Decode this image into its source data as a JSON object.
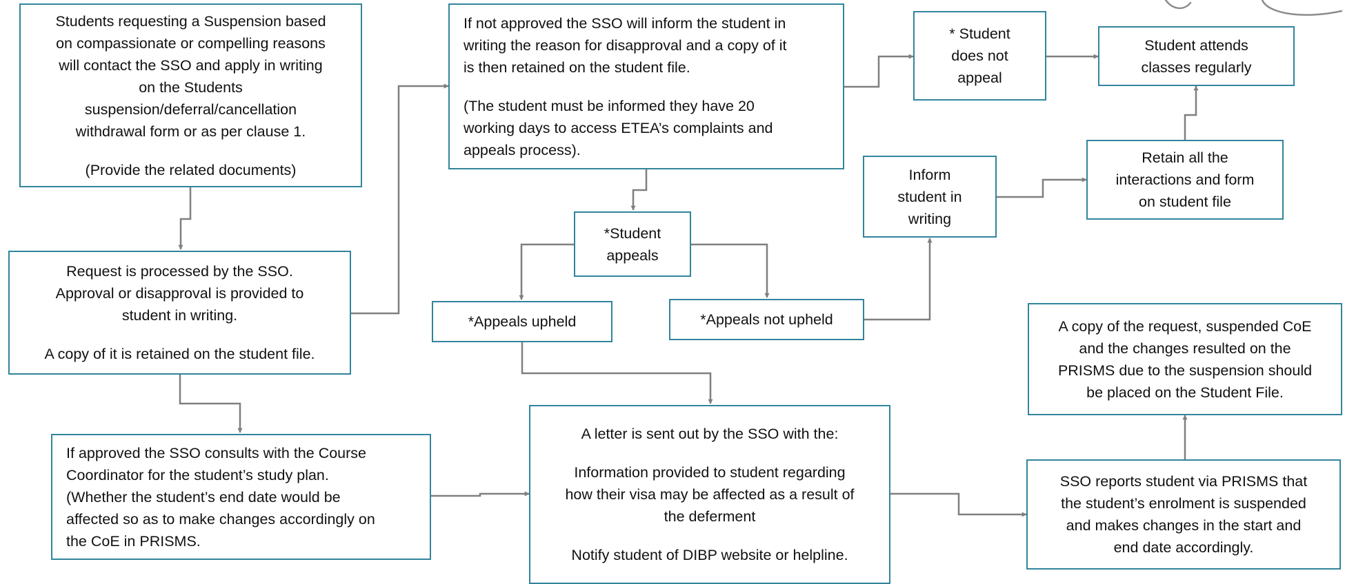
{
  "boxes": {
    "request_suspension": {
      "para1": "Students requesting a Suspension based\non compassionate or compelling reasons\nwill contact the SSO and apply in writing\non the Students\nsuspension/deferral/cancellation\nwithdrawal form or as per clause 1.",
      "para2": "(Provide the related documents)"
    },
    "processed_by_sso": {
      "para1": "Request is processed by the SSO.\nApproval or disapproval is provided to\nstudent in writing.",
      "para2": "A copy of it is retained on the student file."
    },
    "if_approved": {
      "text": "If approved the SSO consults with the Course\nCoordinator for the student’s study plan.\n(Whether the student’s end date would be\naffected so as to make changes accordingly on\nthe CoE in PRISMS."
    },
    "if_not_approved": {
      "para1": "If not approved the SSO will inform the student in\nwriting the reason for disapproval and a copy of it\nis then retained on the student file.",
      "para2": "(The student must be informed they have 20\nworking days to access ETEA’s complaints and\nappeals process)."
    },
    "student_appeals": {
      "text": "*Student\nappeals"
    },
    "appeals_upheld": {
      "text": "*Appeals upheld"
    },
    "appeals_not_upheld": {
      "text": "*Appeals not upheld"
    },
    "letter_sent": {
      "para1": "A letter is sent out by the SSO with the:",
      "para2": "Information provided to student regarding\nhow their visa may be affected as a result of\nthe deferment",
      "para3": "Notify student of DIBP website or helpline."
    },
    "student_not_appeal": {
      "text": "* Student\ndoes not\nappeal"
    },
    "attends_classes": {
      "text": "Student attends\nclasses regularly"
    },
    "inform_student": {
      "text": "Inform\nstudent in\nwriting"
    },
    "retain_interactions": {
      "text": "Retain all the\ninteractions and form\non student file"
    },
    "copy_of_request": {
      "text": "A copy of the request, suspended CoE\nand the changes resulted on the\nPRISMS due to the suspension should\nbe placed on the Student File."
    },
    "sso_reports": {
      "text": "SSO reports student via PRISMS that\nthe student’s enrolment is suspended\nand makes changes in the start and\nend date accordingly."
    }
  },
  "colors": {
    "box_border": "#31849b",
    "connector": "#7f7f7f"
  }
}
